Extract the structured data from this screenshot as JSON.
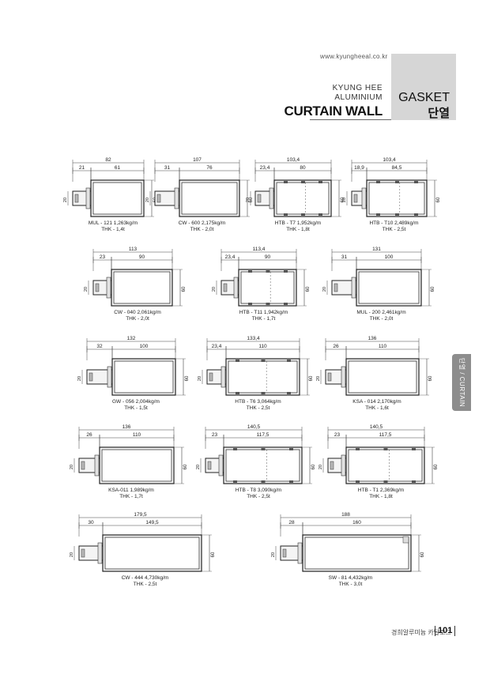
{
  "header": {
    "url": "www.kyungheeal.co.kr",
    "brand_line1": "KYUNG HEE",
    "brand_line2": "ALUMINIUM",
    "title": "CURTAIN WALL",
    "category_en": "GASKET",
    "category_ko": "단열"
  },
  "side_tab": {
    "label": "단열 / CURTAIN WALL"
  },
  "footer": {
    "text": "경희알루미늄 카탈로그",
    "page": "101"
  },
  "profiles": [
    {
      "name": "MUL - 121  1,263kg/m",
      "thk": "THK - 1,4t",
      "total": "82",
      "parts": [
        "21",
        "61"
      ],
      "h": "60",
      "sub": "20",
      "shape": "mul"
    },
    {
      "name": "CW - 600  2,175kg/m",
      "thk": "THK - 2,0t",
      "total": "107",
      "parts": [
        "31",
        "76"
      ],
      "h": "60",
      "sub": "20",
      "shape": "cw"
    },
    {
      "name": "HTB - T7  1,952kg/m",
      "thk": "THK - 1,8t",
      "total": "103,4",
      "parts": [
        "23,4",
        "80"
      ],
      "h": "60",
      "sub": "20",
      "shape": "htb"
    },
    {
      "name": "HTB - T10  2,489kg/m",
      "thk": "THK - 2,5t",
      "total": "103,4",
      "parts": [
        "18,9",
        "84,5"
      ],
      "h": "60",
      "sub": "20",
      "shape": "htb2"
    },
    {
      "name": "CW - 040  2,061kg/m",
      "thk": "THK - 2,0t",
      "total": "113",
      "parts": [
        "23",
        "90"
      ],
      "h": "60",
      "sub": "20",
      "shape": "cw"
    },
    {
      "name": "HTB - T11  1,942kg/m",
      "thk": "THK - 1,7t",
      "total": "113,4",
      "parts": [
        "23,4",
        "90"
      ],
      "h": "60",
      "sub": "20",
      "shape": "htb"
    },
    {
      "name": "MUL - 200  2,461kg/m",
      "thk": "THK - 2,0t",
      "total": "131",
      "parts": [
        "31",
        "100"
      ],
      "h": "60",
      "sub": "20",
      "shape": "mul"
    },
    {
      "name": "GW - 056  2,004kg/m",
      "thk": "THK - 1,5t",
      "total": "132",
      "parts": [
        "32",
        "100"
      ],
      "h": "60",
      "sub": "20",
      "shape": "cw"
    },
    {
      "name": "HTB - T6  3,064kg/m",
      "thk": "THK - 2,5t",
      "total": "133,4",
      "parts": [
        "23,4",
        "110"
      ],
      "h": "60",
      "sub": "20",
      "shape": "htb"
    },
    {
      "name": "KSA - 014  2,170kg/m",
      "thk": "THK - 1,6t",
      "total": "136",
      "parts": [
        "26",
        "110"
      ],
      "h": "60",
      "sub": "20",
      "shape": "cw"
    },
    {
      "name": "KSA-011  1,989kg/m",
      "thk": "THK - 1,7t",
      "total": "136",
      "parts": [
        "26",
        "110"
      ],
      "h": "60",
      "sub": "20",
      "shape": "cw"
    },
    {
      "name": "HTB - T8  3,090kg/m",
      "thk": "THK - 2,5t",
      "total": "140,5",
      "parts": [
        "23",
        "117,5"
      ],
      "h": "60",
      "sub": "20",
      "shape": "htb"
    },
    {
      "name": "HTB - T1  2,369kg/m",
      "thk": "THK - 1,8t",
      "total": "140,5",
      "parts": [
        "23",
        "117,5"
      ],
      "h": "60",
      "sub": "20",
      "shape": "htb2"
    },
    {
      "name": "CW - 444  4,730kg/m",
      "thk": "THK - 2,5t",
      "total": "179,5",
      "parts": [
        "30",
        "149,5"
      ],
      "h": "60",
      "sub": "20",
      "shape": "cw"
    },
    {
      "name": "SW - 81  4,432kg/m",
      "thk": "THK - 3,0t",
      "total": "188",
      "parts": [
        "28",
        "160"
      ],
      "h": "60",
      "sub": "20",
      "shape": "sw"
    }
  ]
}
